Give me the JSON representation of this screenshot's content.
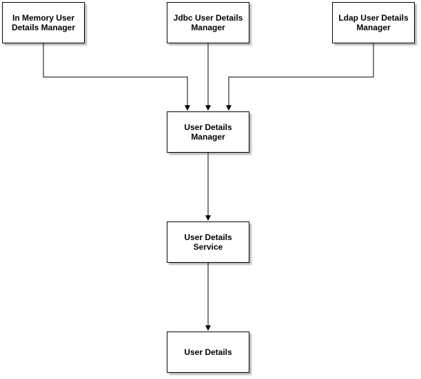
{
  "nodes": {
    "in_memory_manager": "In Memory User Details Manager",
    "jdbc_manager": "Jdbc User Details Manager",
    "ldap_manager": "Ldap User Details Manager",
    "user_details_manager": "User Details Manager",
    "user_details_service": "User Details Service",
    "user_details": "User Details"
  },
  "edges": [
    {
      "from": "in_memory_manager",
      "to": "user_details_manager"
    },
    {
      "from": "jdbc_manager",
      "to": "user_details_manager"
    },
    {
      "from": "ldap_manager",
      "to": "user_details_manager"
    },
    {
      "from": "user_details_manager",
      "to": "user_details_service"
    },
    {
      "from": "user_details_service",
      "to": "user_details"
    }
  ],
  "colors": {
    "line": "#000000",
    "box_border": "#000000",
    "box_fill": "#ffffff"
  }
}
